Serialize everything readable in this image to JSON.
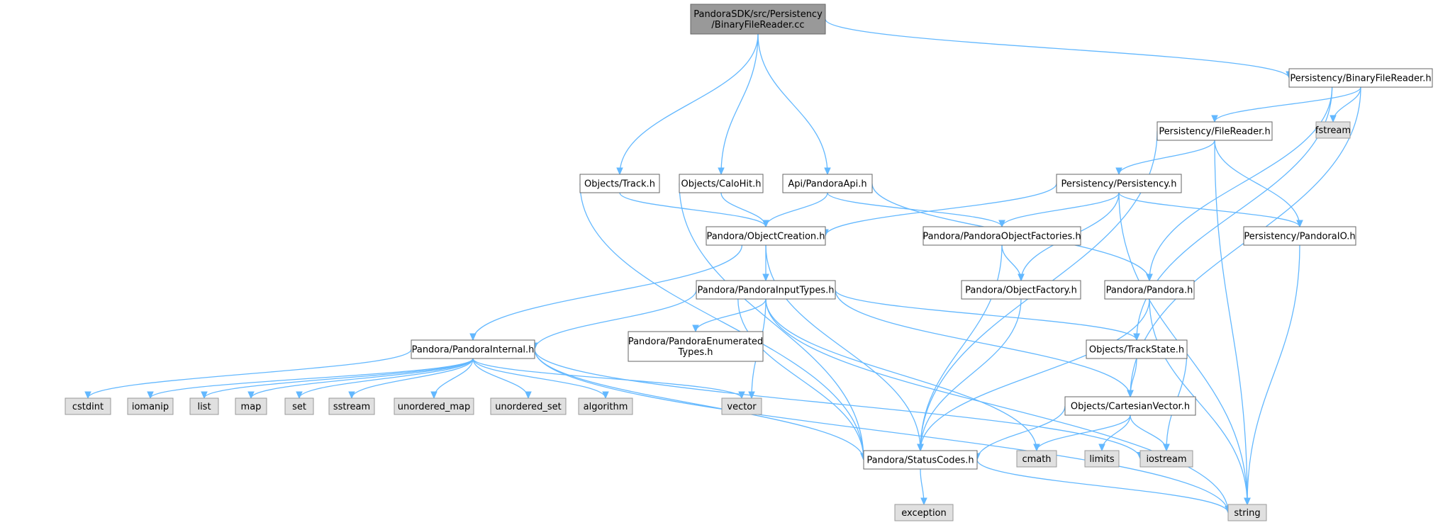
{
  "graph": {
    "nodes": [
      {
        "id": "root",
        "lines": [
          "PandoraSDK/src/Persistency",
          "/BinaryFileReader.cc"
        ],
        "kind": "root"
      },
      {
        "id": "pbfr",
        "lines": [
          "Persistency/BinaryFileReader.h"
        ],
        "kind": "header"
      },
      {
        "id": "fstream",
        "lines": [
          "fstream"
        ],
        "kind": "system"
      },
      {
        "id": "pfr",
        "lines": [
          "Persistency/FileReader.h"
        ],
        "kind": "header"
      },
      {
        "id": "ppers",
        "lines": [
          "Persistency/Persistency.h"
        ],
        "kind": "header"
      },
      {
        "id": "ppio",
        "lines": [
          "Persistency/PandoraIO.h"
        ],
        "kind": "header"
      },
      {
        "id": "track",
        "lines": [
          "Objects/Track.h"
        ],
        "kind": "header"
      },
      {
        "id": "calo",
        "lines": [
          "Objects/CaloHit.h"
        ],
        "kind": "header"
      },
      {
        "id": "api",
        "lines": [
          "Api/PandoraApi.h"
        ],
        "kind": "header"
      },
      {
        "id": "objc",
        "lines": [
          "Pandora/ObjectCreation.h"
        ],
        "kind": "header"
      },
      {
        "id": "pof",
        "lines": [
          "Pandora/PandoraObjectFactories.h"
        ],
        "kind": "header"
      },
      {
        "id": "of",
        "lines": [
          "Pandora/ObjectFactory.h"
        ],
        "kind": "header"
      },
      {
        "id": "pandora",
        "lines": [
          "Pandora/Pandora.h"
        ],
        "kind": "header"
      },
      {
        "id": "pit",
        "lines": [
          "Pandora/PandoraInputTypes.h"
        ],
        "kind": "header"
      },
      {
        "id": "penum",
        "lines": [
          "Pandora/PandoraEnumerated",
          "Types.h"
        ],
        "kind": "header"
      },
      {
        "id": "pint",
        "lines": [
          "Pandora/PandoraInternal.h"
        ],
        "kind": "header"
      },
      {
        "id": "ts",
        "lines": [
          "Objects/TrackState.h"
        ],
        "kind": "header"
      },
      {
        "id": "cv",
        "lines": [
          "Objects/CartesianVector.h"
        ],
        "kind": "header"
      },
      {
        "id": "cstdint",
        "lines": [
          "cstdint"
        ],
        "kind": "system"
      },
      {
        "id": "iomanip",
        "lines": [
          "iomanip"
        ],
        "kind": "system"
      },
      {
        "id": "list",
        "lines": [
          "list"
        ],
        "kind": "system"
      },
      {
        "id": "map",
        "lines": [
          "map"
        ],
        "kind": "system"
      },
      {
        "id": "set",
        "lines": [
          "set"
        ],
        "kind": "system"
      },
      {
        "id": "sstream",
        "lines": [
          "sstream"
        ],
        "kind": "system"
      },
      {
        "id": "umap",
        "lines": [
          "unordered_map"
        ],
        "kind": "system"
      },
      {
        "id": "uset",
        "lines": [
          "unordered_set"
        ],
        "kind": "system"
      },
      {
        "id": "algorithm",
        "lines": [
          "algorithm"
        ],
        "kind": "system"
      },
      {
        "id": "vector",
        "lines": [
          "vector"
        ],
        "kind": "system"
      },
      {
        "id": "status",
        "lines": [
          "Pandora/StatusCodes.h"
        ],
        "kind": "header"
      },
      {
        "id": "cmath",
        "lines": [
          "cmath"
        ],
        "kind": "system"
      },
      {
        "id": "limits",
        "lines": [
          "limits"
        ],
        "kind": "system"
      },
      {
        "id": "iostream",
        "lines": [
          "iostream"
        ],
        "kind": "system"
      },
      {
        "id": "exception",
        "lines": [
          "exception"
        ],
        "kind": "system"
      },
      {
        "id": "string",
        "lines": [
          "string"
        ],
        "kind": "system"
      }
    ],
    "edges": [
      [
        "root",
        "pbfr"
      ],
      [
        "root",
        "track"
      ],
      [
        "root",
        "calo"
      ],
      [
        "root",
        "api"
      ],
      [
        "pbfr",
        "pfr"
      ],
      [
        "pbfr",
        "fstream"
      ],
      [
        "pbfr",
        "pandora"
      ],
      [
        "pbfr",
        "ts"
      ],
      [
        "pbfr",
        "cv"
      ],
      [
        "pfr",
        "ppers"
      ],
      [
        "pfr",
        "ppio"
      ],
      [
        "pfr",
        "status"
      ],
      [
        "pfr",
        "string"
      ],
      [
        "ppers",
        "objc"
      ],
      [
        "ppers",
        "pof"
      ],
      [
        "ppers",
        "of"
      ],
      [
        "ppers",
        "ppio"
      ],
      [
        "ppers",
        "string"
      ],
      [
        "ppio",
        "string"
      ],
      [
        "track",
        "objc"
      ],
      [
        "track",
        "status"
      ],
      [
        "calo",
        "objc"
      ],
      [
        "calo",
        "status"
      ],
      [
        "api",
        "objc"
      ],
      [
        "api",
        "pof"
      ],
      [
        "api",
        "pandora"
      ],
      [
        "objc",
        "pit"
      ],
      [
        "objc",
        "pint"
      ],
      [
        "objc",
        "status"
      ],
      [
        "pof",
        "of"
      ],
      [
        "pof",
        "status"
      ],
      [
        "of",
        "status"
      ],
      [
        "pandora",
        "status"
      ],
      [
        "pandora",
        "string"
      ],
      [
        "pit",
        "penum"
      ],
      [
        "pit",
        "pint"
      ],
      [
        "pit",
        "vector"
      ],
      [
        "pit",
        "status"
      ],
      [
        "pit",
        "ts"
      ],
      [
        "pit",
        "cv"
      ],
      [
        "pit",
        "cmath"
      ],
      [
        "pit",
        "string"
      ],
      [
        "pint",
        "cstdint"
      ],
      [
        "pint",
        "iomanip"
      ],
      [
        "pint",
        "list"
      ],
      [
        "pint",
        "map"
      ],
      [
        "pint",
        "set"
      ],
      [
        "pint",
        "sstream"
      ],
      [
        "pint",
        "umap"
      ],
      [
        "pint",
        "uset"
      ],
      [
        "pint",
        "algorithm"
      ],
      [
        "pint",
        "vector"
      ],
      [
        "pint",
        "status"
      ],
      [
        "pint",
        "iostream"
      ],
      [
        "pint",
        "string"
      ],
      [
        "ts",
        "cv"
      ],
      [
        "ts",
        "iostream"
      ],
      [
        "cv",
        "status"
      ],
      [
        "cv",
        "cmath"
      ],
      [
        "cv",
        "limits"
      ],
      [
        "cv",
        "iostream"
      ],
      [
        "status",
        "exception"
      ],
      [
        "status",
        "string"
      ]
    ]
  },
  "colors": {
    "root_fill": "#999999",
    "header_fill": "#ffffff",
    "system_fill": "#e0e0e0",
    "system_stroke": "#999999",
    "border": "#666666",
    "edge": "#63b8ff",
    "text": "#000000"
  }
}
